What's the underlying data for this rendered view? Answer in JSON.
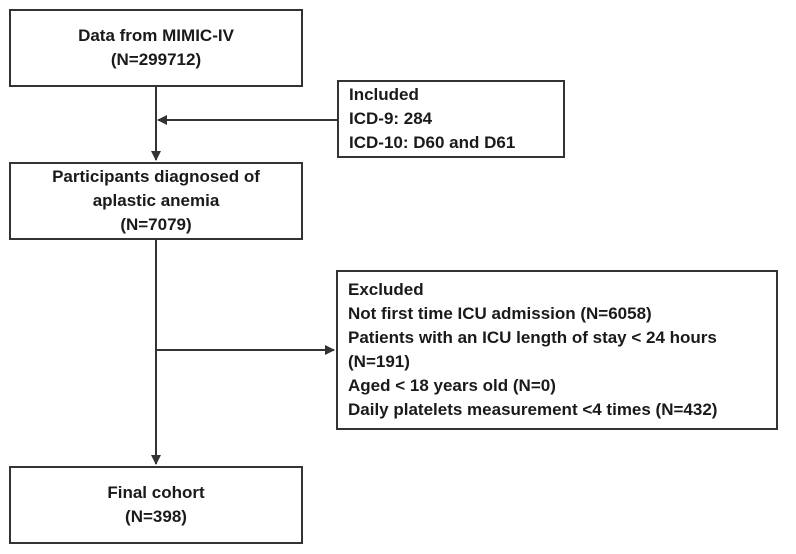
{
  "boxes": {
    "source": {
      "lines": [
        "Data from MIMIC-IV",
        "(N=299712)"
      ]
    },
    "included": {
      "lines": [
        "Included",
        "ICD-9: 284",
        "ICD-10: D60 and D61"
      ]
    },
    "diagnosed": {
      "lines": [
        "Participants diagnosed of",
        "aplastic anemia",
        "(N=7079)"
      ]
    },
    "excluded": {
      "lines": [
        "Excluded",
        "Not first time ICU admission (N=6058)",
        "Patients with an ICU length of stay < 24 hours",
        "(N=191)",
        "Aged < 18 years old (N=0)",
        "Daily platelets measurement <4 times (N=432)"
      ]
    },
    "final": {
      "lines": [
        "Final cohort",
        "(N=398)"
      ]
    }
  },
  "colors": {
    "stroke": "#333333",
    "text": "#1a1a1a"
  }
}
